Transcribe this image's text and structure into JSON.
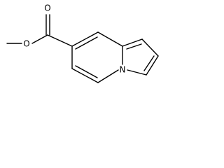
{
  "molecule": {
    "atoms": {
      "carbonyl_oxygen": "O",
      "ester_oxygen": "O",
      "ring_nitrogen": "N"
    }
  }
}
